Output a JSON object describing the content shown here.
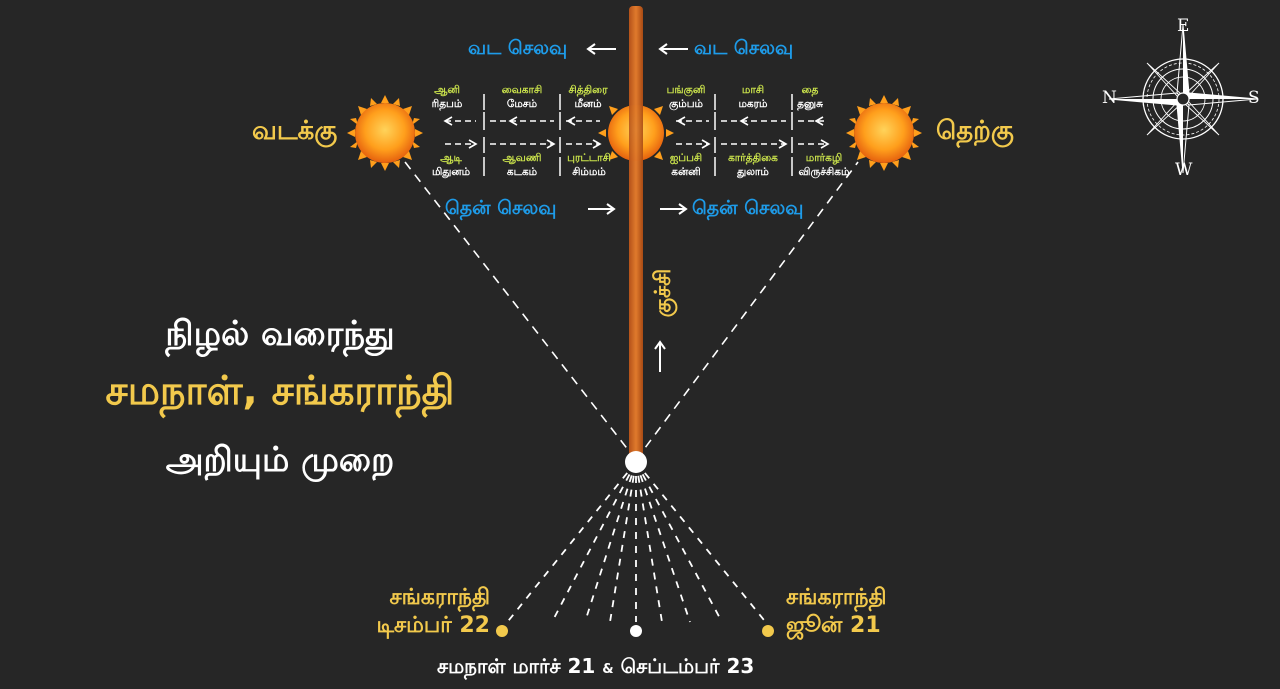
{
  "directions": {
    "north_travel": "வட செலவு",
    "south_travel": "தென் செலவு",
    "north": "வடக்கு",
    "south": "தெற்கு"
  },
  "months_top_left": [
    {
      "month": "ஆனி",
      "rasi": "ரிதபம்"
    },
    {
      "month": "வைகாசி",
      "rasi": "மேசம்"
    },
    {
      "month": "சித்திரை",
      "rasi": "மீனம்"
    }
  ],
  "months_top_right": [
    {
      "month": "பங்குனி",
      "rasi": "கும்பம்"
    },
    {
      "month": "மாசி",
      "rasi": "மகரம்"
    },
    {
      "month": "தை",
      "rasi": "தனுசு"
    }
  ],
  "months_bottom_left": [
    {
      "month": "ஆடி",
      "rasi": "மிதுனம்"
    },
    {
      "month": "ஆவணி",
      "rasi": "கடகம்"
    },
    {
      "month": "புரட்டாசி",
      "rasi": "சிம்மம்"
    }
  ],
  "months_bottom_right": [
    {
      "month": "ஐப்பசி",
      "rasi": "கன்னி"
    },
    {
      "month": "கார்த்திகை",
      "rasi": "துலாம்"
    },
    {
      "month": "மார்கழி",
      "rasi": "விருச்சிகம்"
    }
  ],
  "gnomon_label": "குச்சி",
  "title": {
    "line1": "நிழல் வரைந்து",
    "line2": "சமநாள், சங்கராந்தி",
    "line3": "அறியும் முறை"
  },
  "solstice_left": {
    "line1": "சங்கராந்தி",
    "line2": "டிசம்பர் 22"
  },
  "solstice_right": {
    "line1": "சங்கராந்தி",
    "line2": "ஜூன் 21"
  },
  "equinox": {
    "part1": "சமநாள் மார்ச் 21",
    "amp": "&",
    "part2": "செப்டம்பர் 23"
  },
  "compass": {
    "e": "E",
    "n": "N",
    "s": "S",
    "w": "W"
  },
  "colors": {
    "background": "#262626",
    "yellow": "#f2c94c",
    "blue": "#1e9be8",
    "stick": "#d2691e",
    "month_green": "#c8e04b"
  }
}
